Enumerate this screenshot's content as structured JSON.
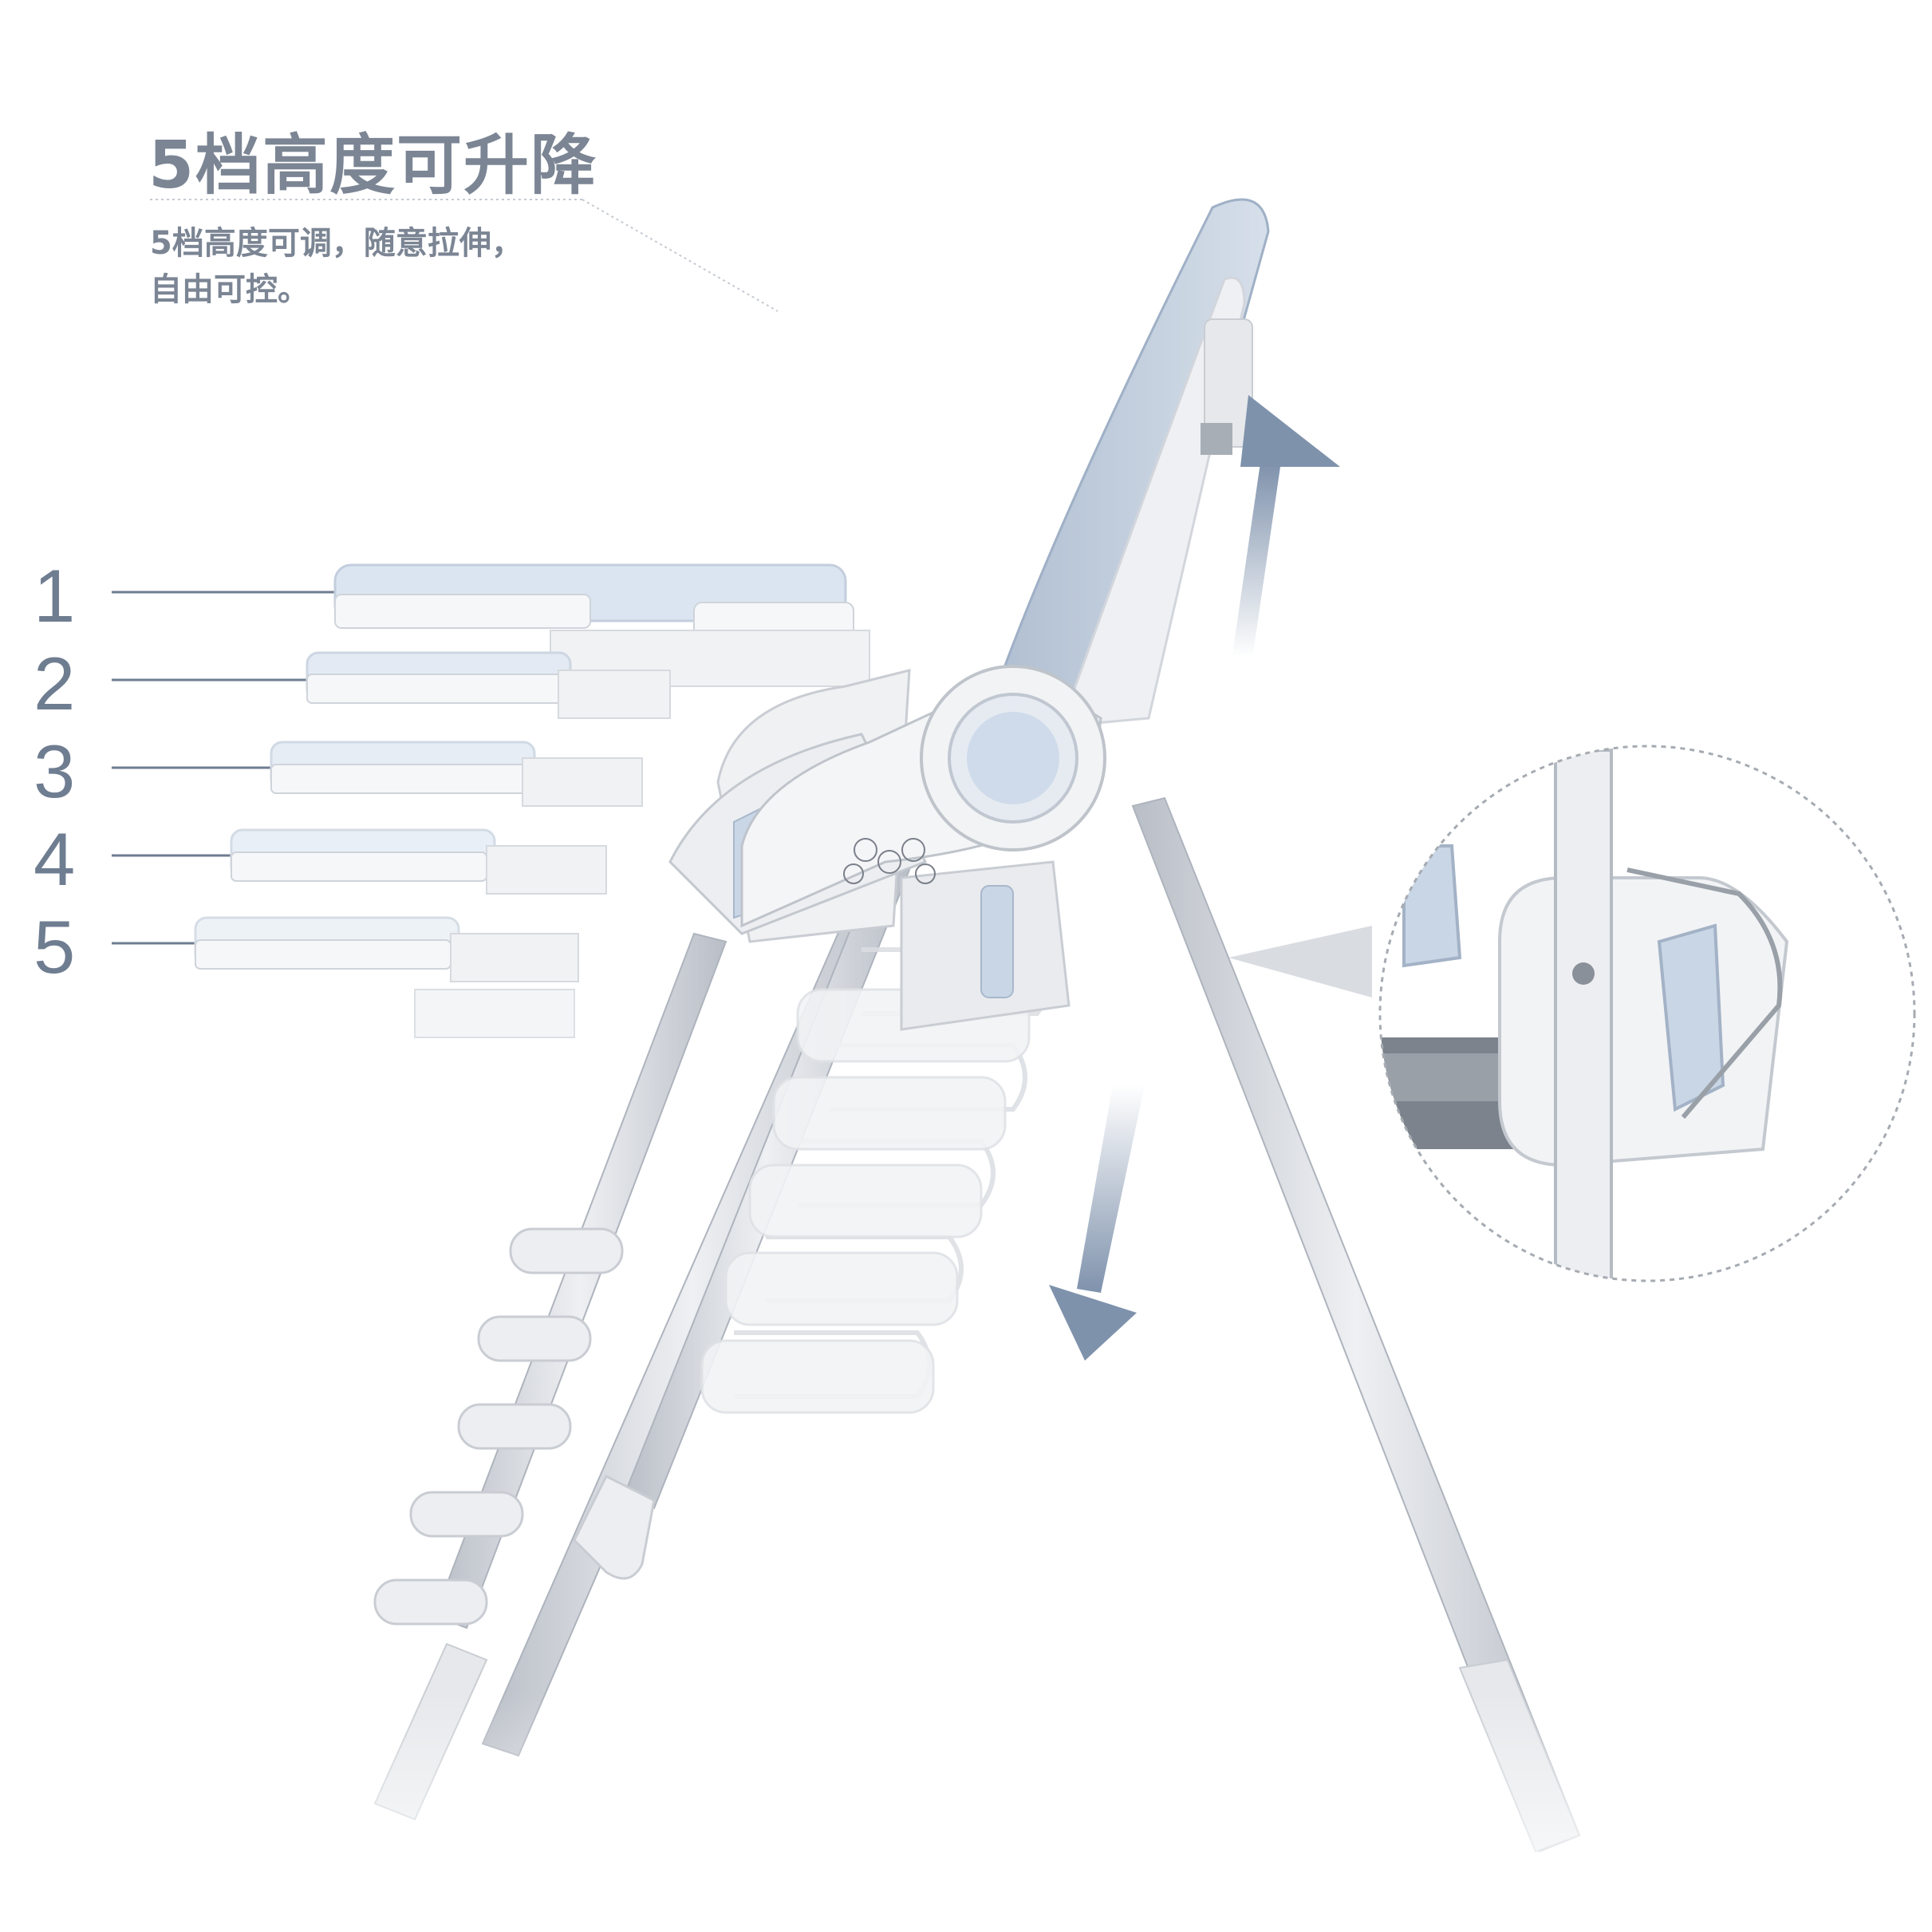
{
  "headline": "5档高度可升降",
  "subtitle_lines": [
    "5档高度可调，随意拉伸，",
    "自由可控。"
  ],
  "levels": [
    "1",
    "2",
    "3",
    "4",
    "5"
  ],
  "colors": {
    "text": "#7b8594",
    "level_number": "#6f7d91",
    "accent_blue": "#c9d6e6",
    "frame": "#e9ebee",
    "arrow": "#7f92ac"
  },
  "icons": [
    "arrow-up-icon",
    "arrow-down-icon",
    "magnifier-circle-icon"
  ]
}
